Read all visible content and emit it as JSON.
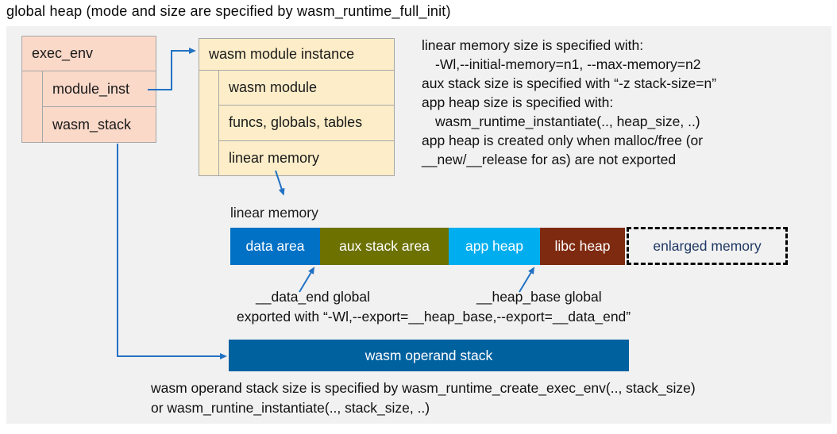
{
  "title": "global heap (mode and size are specified by wasm_runtime_full_init)",
  "exec_env": {
    "header": "exec_env",
    "rows": [
      {
        "label": "module_inst"
      },
      {
        "label": "wasm_stack"
      }
    ]
  },
  "module_instance": {
    "header": "wasm module instance",
    "rows": [
      {
        "label": "wasm module"
      },
      {
        "label": "funcs, globals, tables"
      },
      {
        "label": "linear memory"
      }
    ]
  },
  "notes_right": {
    "lines": [
      {
        "text": "linear memory size is specified with:"
      },
      {
        "text": "-Wl,--initial-memory=n1, --max-memory=n2"
      },
      {
        "text": "aux stack size is specified with “-z stack-size=n”"
      },
      {
        "text": "app heap size is specified with:"
      },
      {
        "text": "wasm_runtime_instantiate(.., heap_size, ..)"
      },
      {
        "text": "app heap is created only when malloc/free (or"
      },
      {
        "text": "__new/__release for as) are not exported"
      }
    ]
  },
  "linear_memory": {
    "label": "linear memory",
    "segments": [
      {
        "label": "data area",
        "color": "#0071C5"
      },
      {
        "label": "aux stack area",
        "color": "#6C7100"
      },
      {
        "label": "app heap",
        "color": "#00AEEF"
      },
      {
        "label": "libc heap",
        "color": "#7E2A10"
      }
    ],
    "enlarged": {
      "label": "enlarged memory",
      "text_color": "#1F3864"
    }
  },
  "annotations": {
    "data_end": "__data_end global",
    "heap_base": "__heap_base global",
    "exported": "exported with “-Wl,--export=__heap_base,--export=__data_end”"
  },
  "operand_stack": {
    "label": "wasm operand stack",
    "color": "#00619F"
  },
  "footer": {
    "line1": "wasm operand stack size is specified by wasm_runtime_create_exec_env(.., stack_size)",
    "line2": "or wasm_runtine_instantiate(.., stack_size, ..)"
  },
  "colors": {
    "panel_background": "#F1F1F1",
    "struct_exec_env_fill": "#FBD9C9",
    "struct_module_instance_fill": "#FDEEC9",
    "struct_border": "#A6A6A6",
    "connector": "#2272C3",
    "enlarged_border": "#000000"
  }
}
